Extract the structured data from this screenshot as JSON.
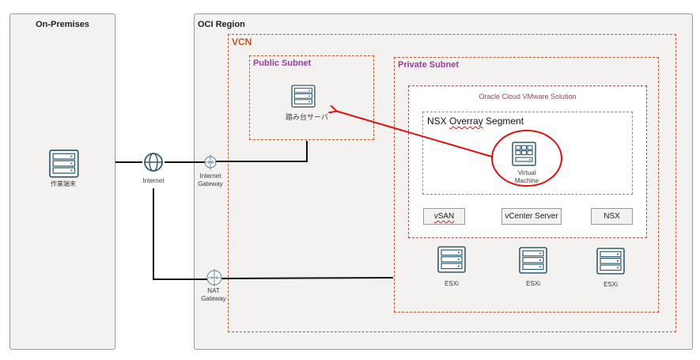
{
  "diagram": {
    "on_premises": {
      "title": "On-Premises",
      "terminal": {
        "label": "作業端末",
        "icon": "server-icon"
      }
    },
    "internet": {
      "label": "Internet",
      "icon": "globe-icon"
    },
    "oci_region": {
      "title": "OCI Region",
      "internet_gateway": {
        "label_line1": "Internet",
        "label_line2": "Gateway",
        "icon": "internet-gateway-icon"
      },
      "nat_gateway": {
        "label_line1": "NAT",
        "label_line2": "Gateway",
        "icon": "nat-gateway-icon"
      },
      "vcn": {
        "title": "VCN",
        "public_subnet": {
          "title": "Public Subnet",
          "bastion": {
            "label": "踏み台サーバ",
            "icon": "server-icon"
          }
        },
        "private_subnet": {
          "title": "Private Subnet",
          "ocvs": {
            "title": "Oracle Cloud VMware Solution",
            "nsx_segment": {
              "title_prefix": "NSX ",
              "title_misspelled": "Overray",
              "title_suffix": " Segment",
              "vm": {
                "label_line1": "Virtual",
                "label_line2": "Machine",
                "icon": "virtual-machine-icon"
              }
            },
            "services": [
              {
                "label": "vSAN"
              },
              {
                "label": "vCenter Server"
              },
              {
                "label": "NSX"
              }
            ]
          },
          "hosts": [
            {
              "label": "ESXi",
              "icon": "server-icon"
            },
            {
              "label": "ESXi",
              "icon": "server-icon"
            },
            {
              "label": "ESXi",
              "icon": "server-icon"
            }
          ]
        }
      }
    },
    "annotation": {
      "arrow": "from virtual machine to bastion server",
      "highlight": "virtual machine circled"
    },
    "colors": {
      "region_fill": "#f4f2f0",
      "vcn_border": "#c0562a",
      "subnet_title": "#9b3a9b",
      "icon_stroke": "#2f5a6e",
      "annotation_red": "#e01010"
    }
  }
}
